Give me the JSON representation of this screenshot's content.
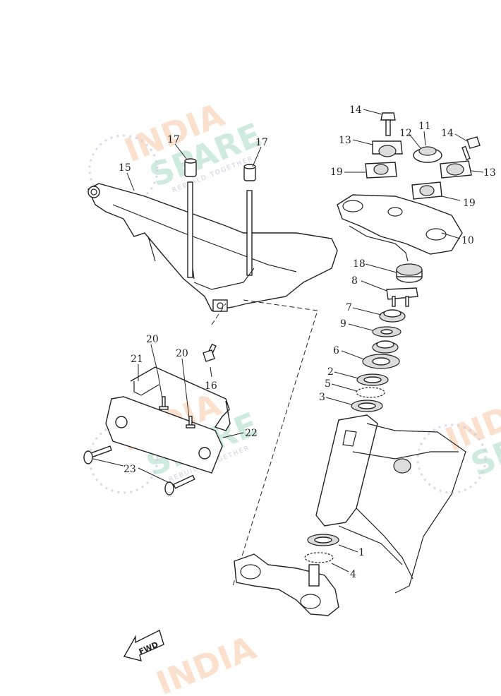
{
  "callouts": [
    {
      "id": "c1",
      "label": "1"
    },
    {
      "id": "c2",
      "label": "2"
    },
    {
      "id": "c3",
      "label": "3"
    },
    {
      "id": "c4",
      "label": "4"
    },
    {
      "id": "c5",
      "label": "5"
    },
    {
      "id": "c6",
      "label": "6"
    },
    {
      "id": "c7",
      "label": "7"
    },
    {
      "id": "c8",
      "label": "8"
    },
    {
      "id": "c9",
      "label": "9"
    },
    {
      "id": "c10",
      "label": "10"
    },
    {
      "id": "c11",
      "label": "11"
    },
    {
      "id": "c12",
      "label": "12"
    },
    {
      "id": "c13a",
      "label": "13"
    },
    {
      "id": "c13b",
      "label": "13"
    },
    {
      "id": "c14a",
      "label": "14"
    },
    {
      "id": "c14b",
      "label": "14"
    },
    {
      "id": "c15",
      "label": "15"
    },
    {
      "id": "c16",
      "label": "16"
    },
    {
      "id": "c17a",
      "label": "17"
    },
    {
      "id": "c17b",
      "label": "17"
    },
    {
      "id": "c18",
      "label": "18"
    },
    {
      "id": "c19a",
      "label": "19"
    },
    {
      "id": "c19b",
      "label": "19"
    },
    {
      "id": "c20a",
      "label": "20"
    },
    {
      "id": "c20b",
      "label": "20"
    },
    {
      "id": "c21",
      "label": "21"
    },
    {
      "id": "c22",
      "label": "22"
    },
    {
      "id": "c23",
      "label": "23"
    }
  ],
  "fwd_label": "FWD",
  "watermark": {
    "line1": "INDIA",
    "line2": "SPARE",
    "tagline": "REBUILD TOGETHER",
    "color_orange": "#f6c7a5",
    "color_green": "#a9dcc6"
  }
}
